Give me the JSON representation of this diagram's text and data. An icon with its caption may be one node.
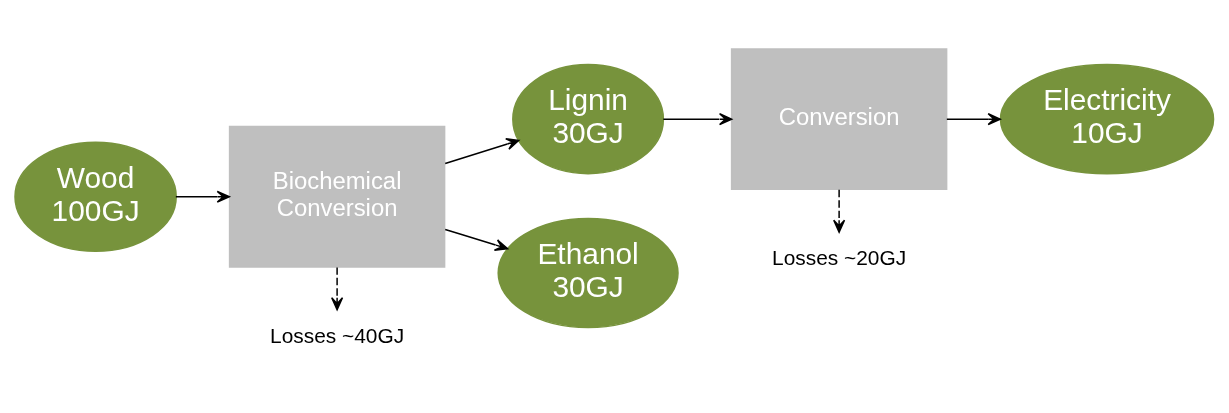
{
  "diagram": {
    "nodes": [
      {
        "text": [
          "Wood 100GJ"
        ]
      },
      {
        "text": [
          "Biochemical Conversion"
        ]
      },
      {
        "text": [
          "Losses ~40GJ"
        ]
      },
      {
        "text": [
          "Lignin 30GJ"
        ]
      },
      {
        "text": [
          "Ethanol 30GJ"
        ]
      },
      {
        "text": [
          "Conversion"
        ]
      },
      {
        "text": [
          "Losses ~20GJ"
        ]
      },
      {
        "text": [
          "Electricity 10GJ"
        ]
      }
    ],
    "edges": [
      {
        "from": 0,
        "to": 1,
        "arrow": "to"
      },
      {
        "from": 1,
        "to": 2,
        "arrow": "to",
        "style": "dashed"
      },
      {
        "from": 1,
        "to": 3,
        "arrow": "to"
      },
      {
        "from": 1,
        "to": 4,
        "arrow": "to"
      },
      {
        "from": 3,
        "to": 5,
        "arrow": "to"
      },
      {
        "from": 5,
        "to": 6,
        "arrow": "to",
        "style": "dashed"
      },
      {
        "from": 5,
        "to": 7,
        "arrow": "to"
      }
    ]
  }
}
